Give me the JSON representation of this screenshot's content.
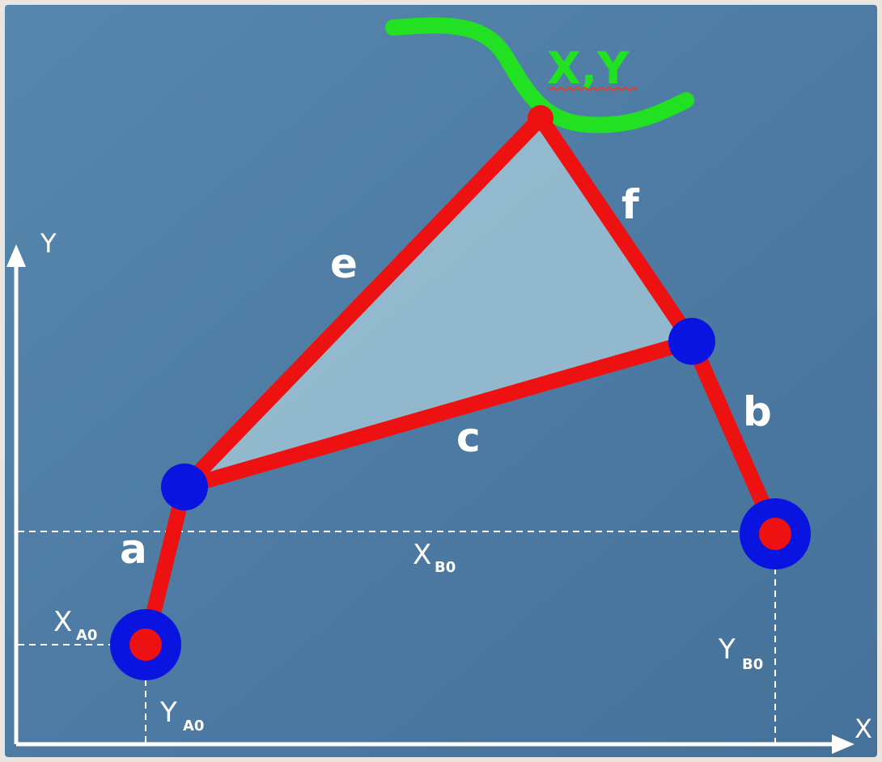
{
  "colors": {
    "background": "#4f7ea6",
    "frame": "#e9e6df",
    "link": "#ee1111",
    "joint": "#0a14e0",
    "platform": "#9dc3d3",
    "path": "#22e022",
    "axis": "#ffffff"
  },
  "axes": {
    "x_label": "X",
    "y_label": "Y"
  },
  "links": {
    "a": "a",
    "b": "b",
    "c": "c",
    "e": "e",
    "f": "f"
  },
  "end_effector": {
    "label": "X,Y"
  },
  "dimensions": {
    "xa0": {
      "base": "X",
      "sub": "A0"
    },
    "ya0": {
      "base": "Y",
      "sub": "A0"
    },
    "xb0": {
      "base": "X",
      "sub": "B0"
    },
    "yb0": {
      "base": "Y",
      "sub": "B0"
    }
  }
}
